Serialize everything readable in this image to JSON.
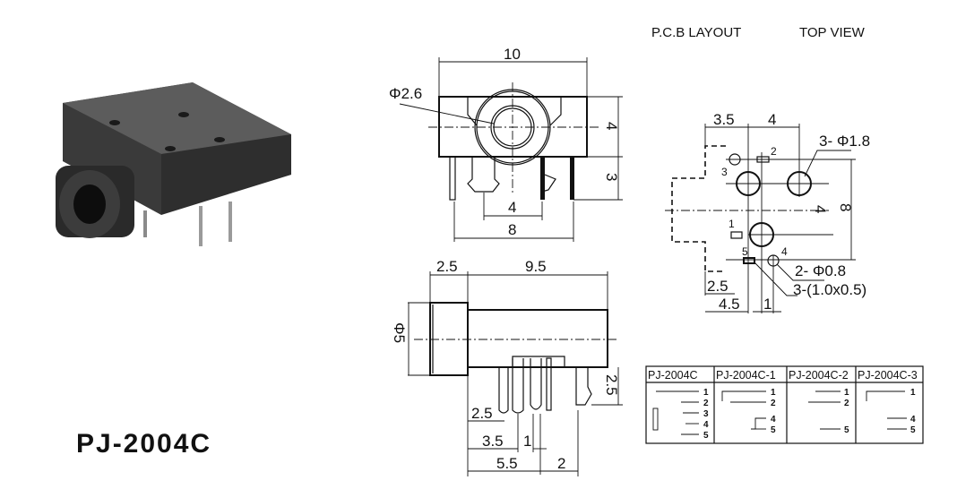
{
  "part_number": "PJ-2004C",
  "header": {
    "pcb_layout": "P.C.B LAYOUT",
    "top_view": "TOP VIEW"
  },
  "front_view": {
    "width": "10",
    "hole_dia": "Φ2.6",
    "height": "4",
    "pin_len": "3",
    "pin_spacing_a": "4",
    "pin_spacing_b": "8"
  },
  "side_view": {
    "flange": "2.5",
    "body": "9.5",
    "dia": "Φ5",
    "pin_drop": "2.5",
    "d1": "2.5",
    "d2": "3.5",
    "d3": "1",
    "d4": "5.5",
    "d5": "2"
  },
  "pcb": {
    "dx1": "3.5",
    "dx2": "4",
    "big_holes": "3- Φ1.8",
    "small_holes": "2- Φ0.8",
    "slots": "3-(1.0x0.5)",
    "dy1": "4",
    "dy2": "8",
    "bx1": "2.5",
    "bx2": "4.5",
    "bx3": "1",
    "pins": [
      "1",
      "2",
      "3",
      "4",
      "5"
    ]
  },
  "table": {
    "headers": [
      "PJ-2004C",
      "PJ-2004C-1",
      "PJ-2004C-2",
      "PJ-2004C-3"
    ],
    "col0": [
      "1",
      "2",
      "3",
      "4",
      "5"
    ],
    "col1": [
      "1",
      "2",
      "4",
      "5"
    ],
    "col2": [
      "1",
      "2",
      "5"
    ],
    "col3": [
      "1",
      "4",
      "5"
    ]
  },
  "colors": {
    "body": "#3a3a3a",
    "line": "#111111"
  }
}
